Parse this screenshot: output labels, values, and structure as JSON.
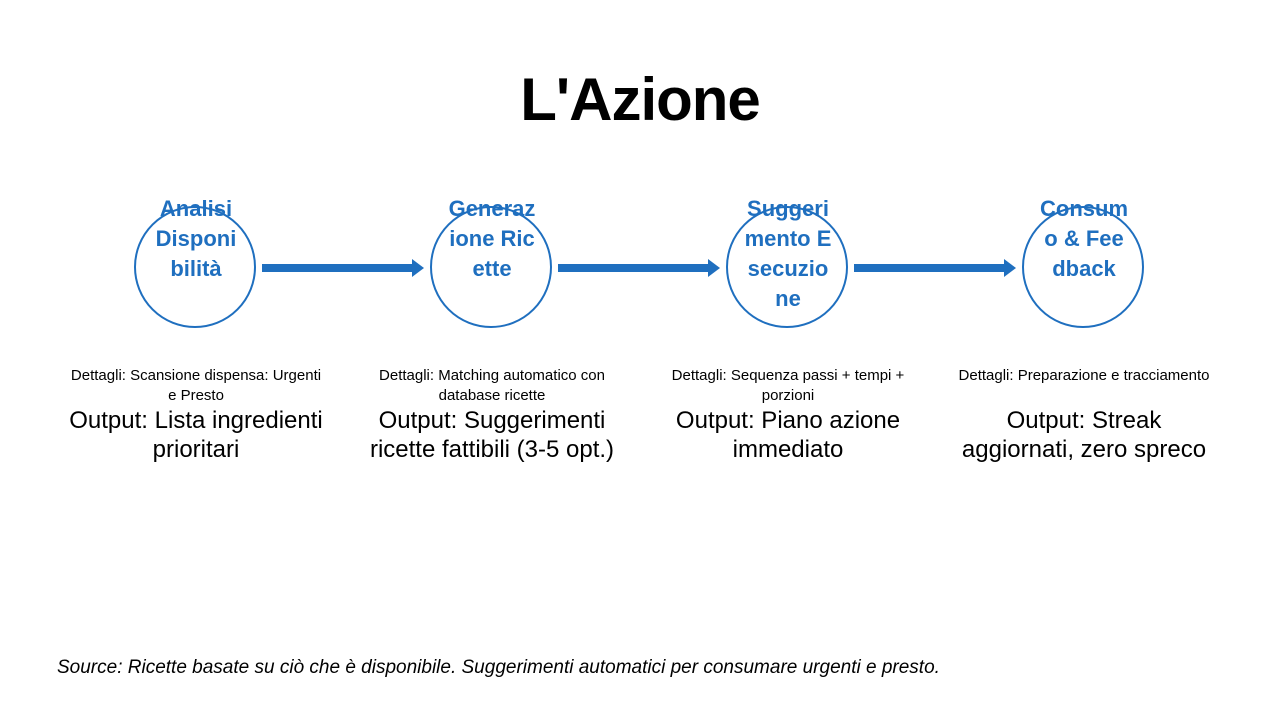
{
  "title": "L'Azione",
  "colors": {
    "accent": "#1f6fbf",
    "text": "#000000",
    "background": "#ffffff"
  },
  "steps": [
    {
      "label": "Analisi Disponibilità",
      "details": "Dettagli: Scansione dispensa: Urgenti e Presto",
      "output": "Output: Lista ingredienti prioritari"
    },
    {
      "label": "Generazione Ricette",
      "details": "Dettagli: Matching automatico con database ricette",
      "output": "Output: Suggerimenti ricette fattibili (3-5 opt.)"
    },
    {
      "label": "Suggerimento Esecuzione",
      "details": "Dettagli: Sequenza passi + tempi + porzioni",
      "output": "Output: Piano azione immediato"
    },
    {
      "label": "Consumo & Feedback",
      "details": "Dettagli: Preparazione e tracciamento",
      "output": "Output: Streak aggiornati, zero spreco"
    }
  ],
  "source": "Source: Ricette basate su ciò che è disponibile. Suggerimenti automatici per consumare urgenti e presto."
}
